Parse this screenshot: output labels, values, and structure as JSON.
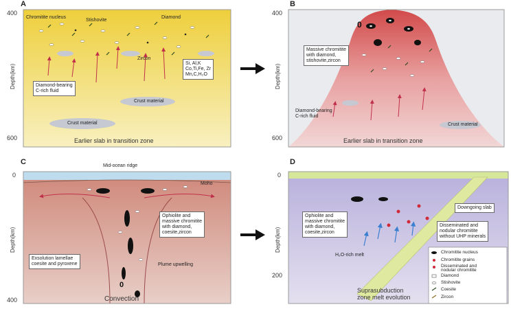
{
  "panels": {
    "a": {
      "letter": "A",
      "tick_top": "400",
      "tick_bottom": "600",
      "axis_title": "Depth(km)",
      "labels": {
        "chromitite_nucleus": "Chromitite nucleus",
        "stishovite": "Stishovite",
        "diamond": "Diamond",
        "zircon": "Zircon",
        "fluid": "Diamond-bearing\nC-rich fluid",
        "elements": "Si, Al,K\nCo,Ti,Fe, Zr\nMn,C,H₂O",
        "crust1": "Crust material",
        "crust2": "Crust material"
      },
      "caption": "Earlier slab in transition zone"
    },
    "b": {
      "letter": "B",
      "tick_top": "400",
      "tick_bottom": "600",
      "axis_title": "Depth(km)",
      "labels": {
        "massive": "Massive chromitite\nwith diamond,\nstishovite,zircon",
        "fluid": "Diamond-bearing\nC-rich fluid",
        "crust": "Crust material"
      },
      "caption": "Earlier slab in transition zone"
    },
    "c": {
      "letter": "C",
      "tick_top": "0",
      "tick_bottom": "400",
      "axis_title": "Depth(km)",
      "labels": {
        "ridge": "Mid-ocean ridge",
        "moho": "Moho",
        "ophiolite": "Ophiolite and\nmassive chromitite\nwith diamond,\ncoesite,zircon",
        "exsolution": "Exsolution lamellae\ncoesite and pyroxene",
        "plume": "Plume upwelling"
      },
      "caption": "Convection"
    },
    "d": {
      "letter": "D",
      "tick_top": "0",
      "tick_bottom": "200",
      "axis_title": "Depth(km)",
      "labels": {
        "downgoing": "Downgoing slab",
        "ophiolite": "Ophiolite and\nmassive chromitite\nwith diamond,\ncoesite,zircon",
        "disseminated": "Disseminated and\nnodular chromitite\nwithout UHP minerals",
        "melt": "H₂O-rich melt"
      },
      "caption": "Suprasubduction\nzone melt evolution",
      "legend": [
        "Chromitite nucleus",
        "Chromitite grains",
        "Disseminated and\nnodular chromitite",
        "Diamond",
        "Stishovite",
        "Coesite",
        "Zircon"
      ]
    }
  },
  "colors": {
    "panel_a_top": "#f2d64a",
    "panel_a_bottom": "#f8efb8",
    "panel_b_bg": "#e9ecef",
    "panel_b_plume": "#e07a7a",
    "panel_c_mantle": "#d69a8a",
    "panel_c_ocean": "#bfdcef",
    "panel_d_bg": "#c9c4e2",
    "slab": "#dfe9a0",
    "arrow": "#c0304a"
  }
}
